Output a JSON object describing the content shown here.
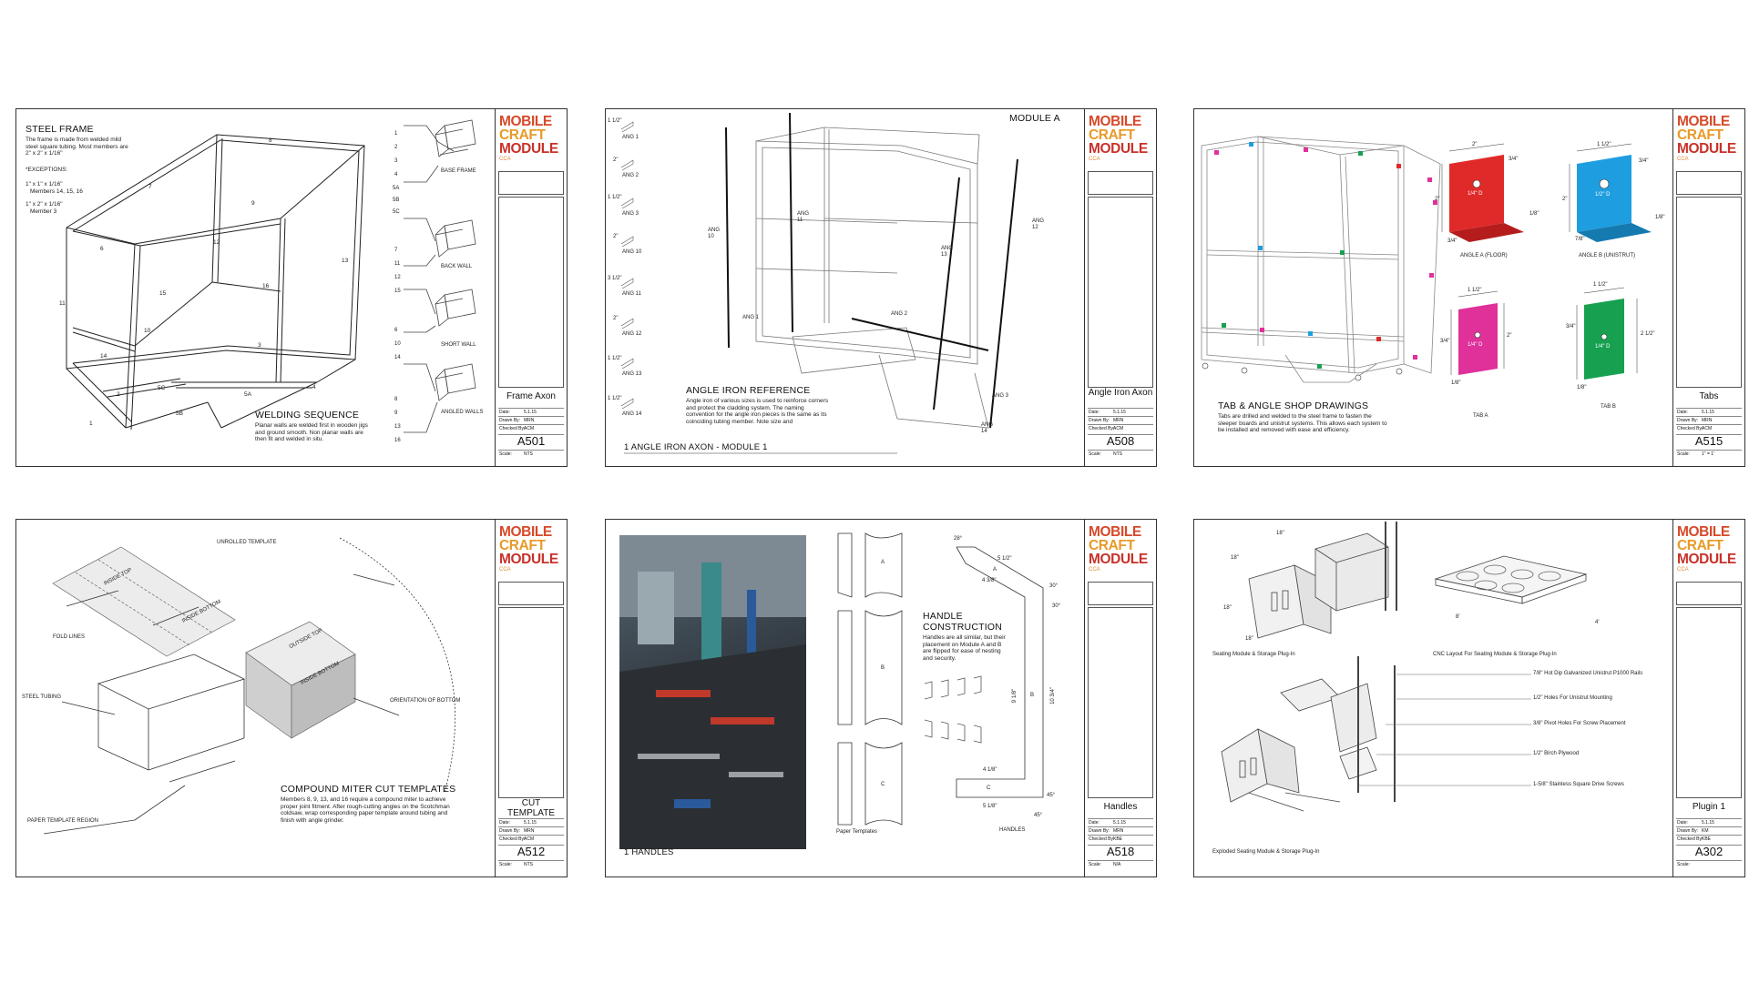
{
  "titleblock": {
    "logo_line1": "MOBILE",
    "logo_line2": "CRAFT",
    "logo_line3": "MODULE",
    "logo_sub": "CCA",
    "labels": {
      "date": "Date:",
      "drawn": "Drawn By:",
      "checked": "Checked By:",
      "scale": "Scale:"
    }
  },
  "sheets": [
    {
      "id": "A501",
      "name": "Frame Axon",
      "date": "5.1.15",
      "drawn": "MRN",
      "checked": "ACM",
      "scale": "NTS"
    },
    {
      "id": "A508",
      "name": "Angle Iron Axon",
      "date": "5.1.15",
      "drawn": "MRN",
      "checked": "ACM",
      "scale": "NTS"
    },
    {
      "id": "A515",
      "name": "Tabs",
      "date": "5.1.15",
      "drawn": "MRN",
      "checked": "ACM",
      "scale": "1\" = 1'"
    },
    {
      "id": "A512",
      "name": "CUT TEMPLATE",
      "date": "5.1.15",
      "drawn": "MRN",
      "checked": "ACM",
      "scale": "NTS"
    },
    {
      "id": "A518",
      "name": "Handles",
      "date": "5.1.15",
      "drawn": "MRN",
      "checked": "KBE",
      "scale": "N/A"
    },
    {
      "id": "A302",
      "name": "Plugin 1",
      "date": "5.1.15",
      "drawn": "KM",
      "checked": "KBE",
      "scale": ""
    }
  ],
  "a501": {
    "title": "STEEL FRAME",
    "desc": "The frame is made from welded mild steel square tubing. Most members are 2\" x 2\" x 1/16\"",
    "exceptions": "*EXCEPTIONS:",
    "exc1": "1\" x 1\" x 1/16\"",
    "exc1b": "Members 14, 15, 16",
    "exc2": "1\" x 2\" x 1/16\"",
    "exc2b": "Member 3",
    "weld_title": "WELDING SEQUENCE",
    "weld_desc": "Planar walls are welded first in wooden jigs and ground smooth. Non planar walls are then fit and welded in situ.",
    "seq": [
      {
        "nums": [
          "1",
          "2",
          "3",
          "4",
          "5A",
          "5B",
          "5C"
        ],
        "label": "BASE FRAME"
      },
      {
        "nums": [
          "7",
          "11",
          "12",
          "15"
        ],
        "label": "BACK WALL"
      },
      {
        "nums": [
          "6",
          "10",
          "14"
        ],
        "label": "SHORT WALL"
      },
      {
        "nums": [
          "8",
          "9",
          "13",
          "16"
        ],
        "label": "ANGLED WALLS"
      }
    ],
    "members": [
      "1",
      "2",
      "3",
      "4",
      "5A",
      "5B",
      "5C",
      "6",
      "7",
      "8",
      "9",
      "10",
      "11",
      "12",
      "13",
      "14",
      "15",
      "16",
      "16"
    ]
  },
  "a508": {
    "module": "MODULE A",
    "title": "ANGLE IRON REFERENCE",
    "desc": "Angle iron of various sizes is used to reinforce corners and protect the cladding system. The naming convention for the angle iron pieces is the same as its coinciding tubing member. Note size and",
    "caption": "1 ANGLE IRON AXON - MODULE 1",
    "angs": [
      "ANG 1",
      "ANG 2",
      "ANG 3",
      "ANG 10",
      "ANG 11",
      "ANG 12",
      "ANG 13",
      "ANG 14"
    ],
    "sizes": [
      "1 1/2\"",
      "2\"",
      "1 1/2\"",
      "2\"",
      "3 1/2\"",
      "2\"",
      "1 1/2\"",
      "1 1/2\""
    ],
    "callouts": [
      "ANG 10",
      "ANG 11",
      "ANG 1",
      "ANG 2",
      "ANG 13",
      "ANG 12",
      "ANG 3",
      "ANG 14"
    ]
  },
  "a515": {
    "title": "TAB & ANGLE SHOP DRAWINGS",
    "desc": "Tabs are drilled and welded to the steel frame to fasten the sleeper boards and unistrut systems. This allows each system to be installed and removed with ease and efficiency.",
    "parts": [
      {
        "label": "ANGLE A (FLOOR)",
        "color": "#e02a2a",
        "hole": "1/4\" D"
      },
      {
        "label": "ANGLE B (UNISTRUT)",
        "color": "#1e9ee0",
        "hole": "1/2\" D"
      },
      {
        "label": "TAB A",
        "color": "#e0309a",
        "hole": "1/4\" D"
      },
      {
        "label": "TAB B",
        "color": "#16a050",
        "hole": "1/4\" D"
      }
    ],
    "dims": [
      "2\"",
      "3/4\"",
      "2\"",
      "1/8\"",
      "3/4\"",
      "1 1/2\"",
      "3/4\"",
      "2\"",
      "7/8\"",
      "1/8\"",
      "1 1/2\"",
      "3/4\"",
      "2\"",
      "1/8\"",
      "1 1/2\"",
      "3/4\"",
      "2 1/2\"",
      "1/8\""
    ]
  },
  "a512": {
    "title": "COMPOUND MITER CUT TEMPLATES",
    "desc": "Members 8, 9, 13, and 16 require a compound miter to achieve proper joint fitment. After rough-cutting angles on the Scotchman coldsaw, wrap corresponding paper template around tubing and finish with angle grinder.",
    "unrolled": "UNROLLED TEMPLATE",
    "fold": "FOLD LINES",
    "steel": "STEEL TUBING",
    "paper": "PAPER TEMPLATE REGION",
    "orient": "ORIENTATION OF BOTTOM",
    "inside_top": "INSIDE TOP",
    "inside_bottom": "INSIDE BOTTOM",
    "outside_top": "OUTSIDE TOP",
    "inside_bottom2": "INSIDE BOTTOM"
  },
  "a518": {
    "title_l1": "HANDLE",
    "title_l2": "CONSTRUCTION",
    "desc": "Handles are all similar, but their placement on Module A and B are flipped for ease of nesting and security.",
    "caption": "1 HANDLES",
    "paper": "Paper Templates",
    "handles": "HANDLES",
    "letters": [
      "A",
      "B",
      "C"
    ],
    "dims": [
      "28°",
      "5 1/2\"",
      "4 3/8\"",
      "30°",
      "30°",
      "9 1/8\"",
      "10 3/4\"",
      "4 1/8\"",
      "5 1/8\"",
      "45°",
      "45°"
    ]
  },
  "a302": {
    "cap1": "Seating Module & Storage Plug-In",
    "cap2": "CNC Layout For Seating Module & Storage Plug-In",
    "cap3": "Exploded Seating Module & Storage Plug-In",
    "dim1": "18\"",
    "dim2": "18\"",
    "dim3": "18\"",
    "dim4": "18\"",
    "dim5": "8'",
    "dim6": "4'",
    "notes": [
      "7/8\" Hot Dip Galvanized Unistrut P1000 Rails",
      "1/2\" Holes For Unistrut Mounting",
      "3/8\" Pivot Holes For Screw Placement",
      "1/2\" Birch Plywood",
      "1-5/8\" Stainless Square Drive Screws"
    ]
  }
}
